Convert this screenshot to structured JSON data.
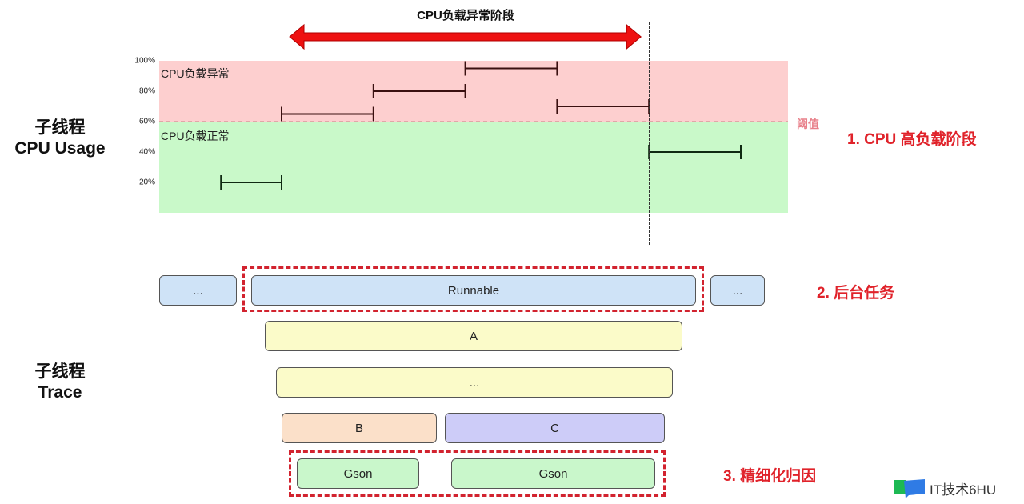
{
  "phase_title": "CPU负载异常阶段",
  "side_labels": {
    "cpu": {
      "line1": "子线程",
      "line2": "CPU Usage"
    },
    "trace": {
      "line1": "子线程",
      "line2": "Trace"
    }
  },
  "annotations": {
    "a1": "1. CPU 高负载阶段",
    "a2": "2. 后台任务",
    "a3": "3. 精细化归因"
  },
  "threshold_label": "阈值",
  "colors": {
    "accent_red": "#e0222a",
    "abnormal_zone": "#fdcfcf",
    "normal_zone": "#c9f9c9",
    "segment": "#3a1010"
  },
  "chart_data": {
    "type": "step-segments",
    "title": "CPU负载异常阶段",
    "ylabel": "子线程 CPU Usage",
    "yticks": [
      "100%",
      "80%",
      "60%",
      "40%",
      "20%"
    ],
    "ylim": [
      0,
      100
    ],
    "threshold": 60,
    "zones": [
      {
        "name": "CPU负载异常",
        "from": 60,
        "to": 100
      },
      {
        "name": "CPU负载正常",
        "from": 0,
        "to": 60
      }
    ],
    "x_domain": [
      0,
      7
    ],
    "abnormal_phase": [
      1,
      5
    ],
    "segments": [
      {
        "x0": 0.34,
        "x1": 1,
        "value": 20
      },
      {
        "x0": 1,
        "x1": 2,
        "value": 65
      },
      {
        "x0": 2,
        "x1": 3,
        "value": 80
      },
      {
        "x0": 3,
        "x1": 4,
        "value": 95
      },
      {
        "x0": 4,
        "x1": 5,
        "value": 70
      },
      {
        "x0": 5,
        "x1": 6,
        "value": 40
      }
    ]
  },
  "trace": {
    "row0": [
      {
        "label": "..."
      },
      {
        "label": "Runnable"
      },
      {
        "label": "..."
      }
    ],
    "row1": [
      {
        "label": "A"
      }
    ],
    "row2": [
      {
        "label": "..."
      }
    ],
    "row3": [
      {
        "label": "B"
      },
      {
        "label": "C"
      }
    ],
    "row4": [
      {
        "label": "Gson"
      },
      {
        "label": "Gson"
      }
    ]
  },
  "watermark": {
    "text": "IT技术6HU"
  }
}
